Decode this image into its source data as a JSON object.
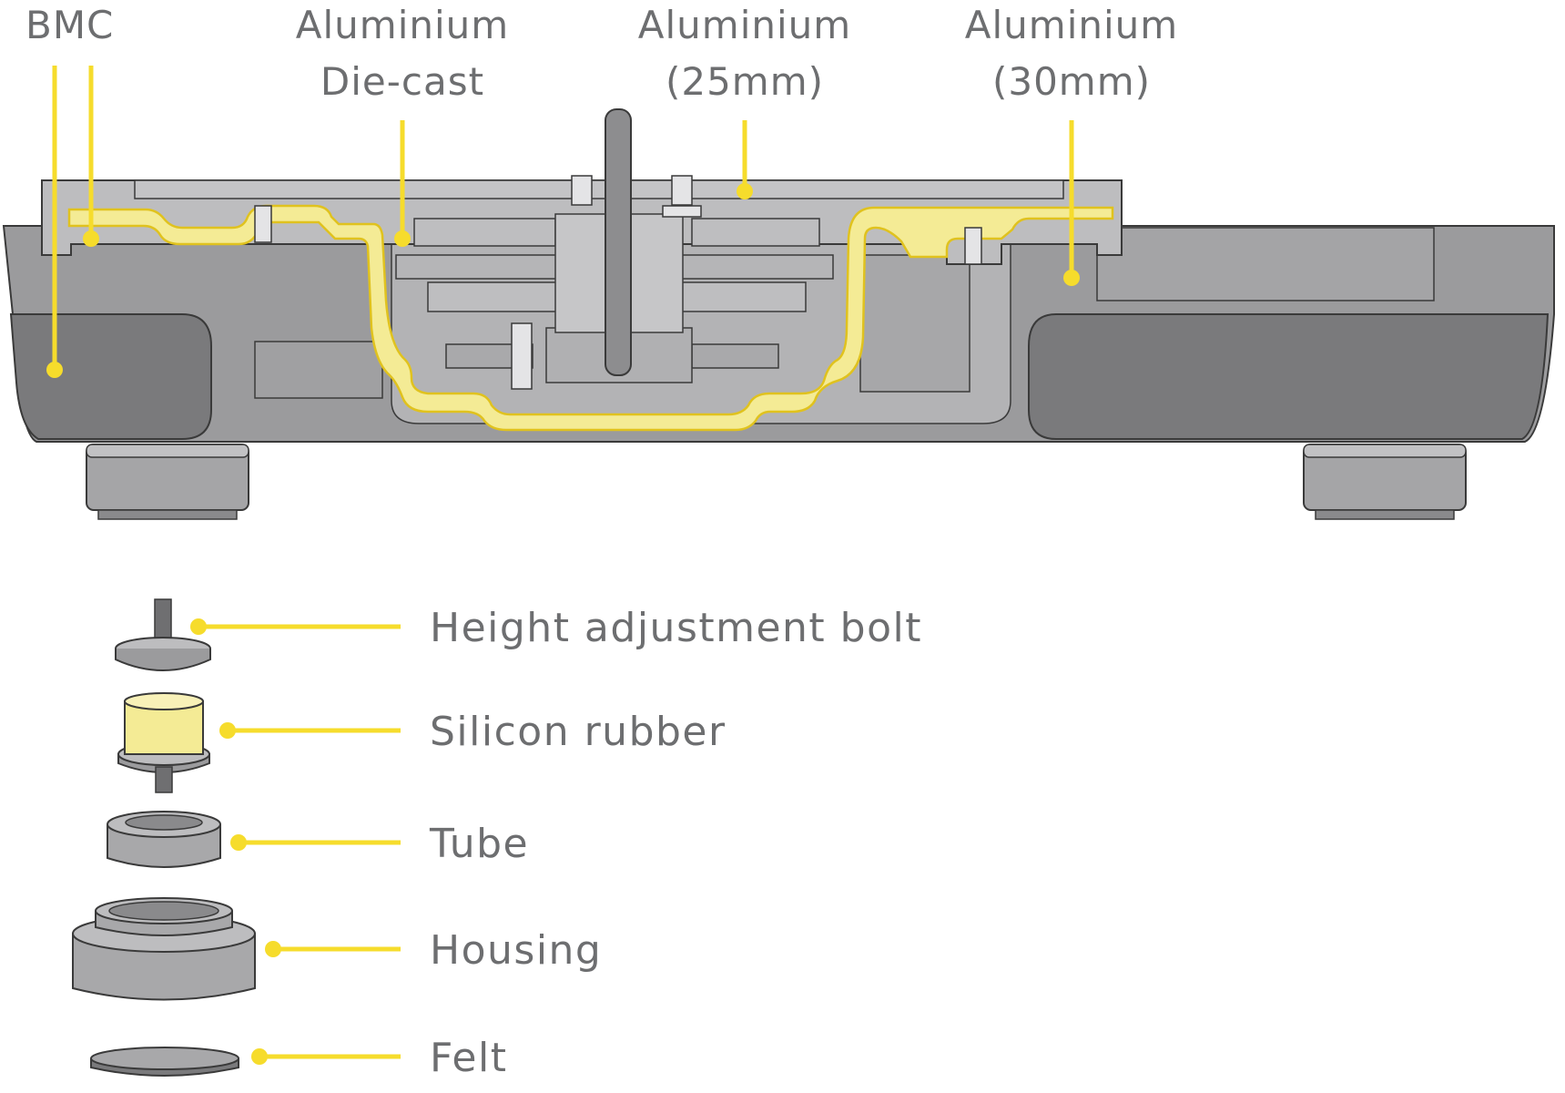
{
  "colors": {
    "highlight": "#f6dc2c",
    "label_text": "#6d6e70",
    "bmc_dark": "#7a7a7c",
    "body_mid": "#9b9b9d",
    "plate_light": "#bdbdbf",
    "part_fill": "#a8a8aa",
    "rubber": "#f4eb95"
  },
  "top_labels": {
    "bmc": "BMC",
    "diecast_line1": "Aluminium",
    "diecast_line2": "Die-cast",
    "alu25_line1": "Aluminium",
    "alu25_line2": "(25mm)",
    "alu30_line1": "Aluminium",
    "alu30_line2": "(30mm)"
  },
  "parts": [
    {
      "label": "Height adjustment bolt",
      "icon": "height-adjustment-bolt-icon"
    },
    {
      "label": "Silicon rubber",
      "icon": "silicon-rubber-icon"
    },
    {
      "label": "Tube",
      "icon": "tube-icon"
    },
    {
      "label": "Housing",
      "icon": "housing-icon"
    },
    {
      "label": "Felt",
      "icon": "felt-icon"
    }
  ]
}
